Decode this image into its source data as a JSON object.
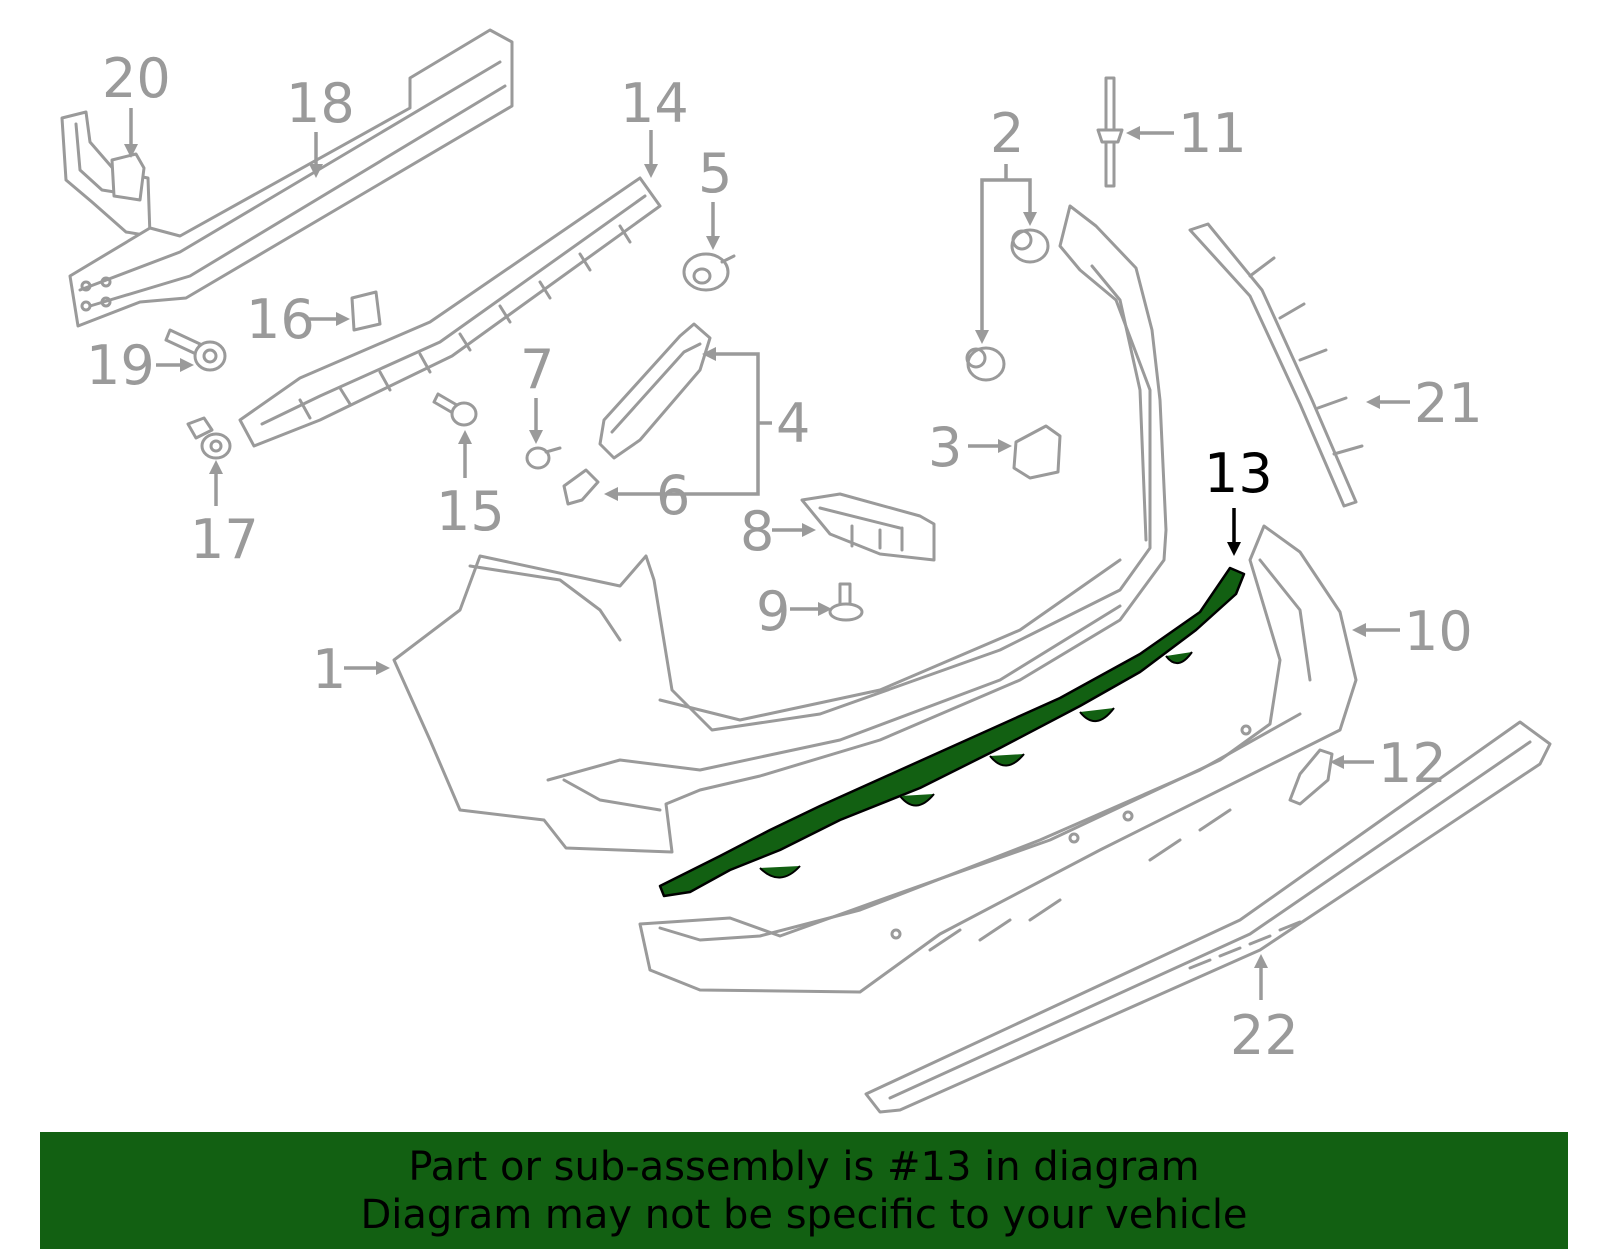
{
  "callouts": {
    "c1": "1",
    "c2": "2",
    "c3": "3",
    "c4": "4",
    "c5": "5",
    "c6": "6",
    "c7": "7",
    "c8": "8",
    "c9": "9",
    "c10": "10",
    "c11": "11",
    "c12": "12",
    "c13": "13",
    "c14": "14",
    "c15": "15",
    "c16": "16",
    "c17": "17",
    "c18": "18",
    "c19": "19",
    "c20": "20",
    "c21": "21",
    "c22": "22"
  },
  "highlighted_part": "13",
  "colors": {
    "highlight": "#126012",
    "line": "#9a9a9a",
    "banner": "#126012"
  },
  "banner": {
    "line1": "Part or sub-assembly is #13 in diagram",
    "line2": "Diagram may not be specific to your vehicle"
  }
}
